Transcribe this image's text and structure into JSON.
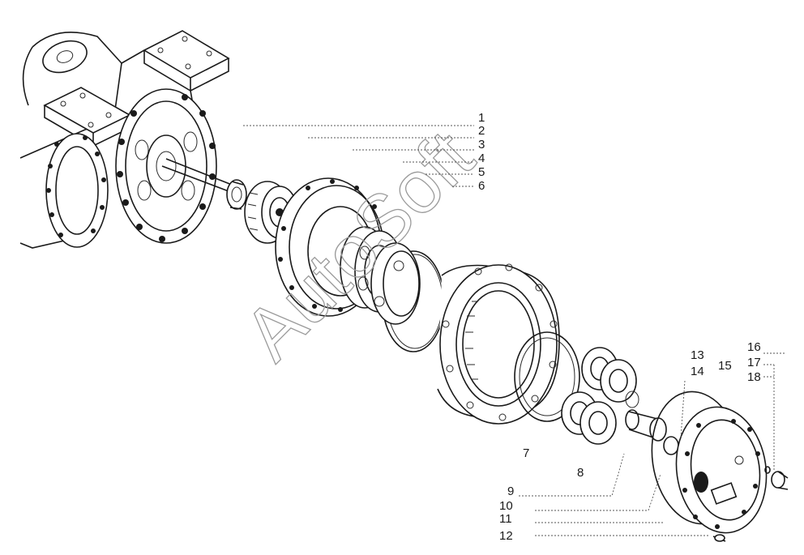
{
  "diagram": {
    "watermark": "AutoSoft",
    "callouts": [
      "1",
      "2",
      "3",
      "4",
      "5",
      "6",
      "7",
      "8",
      "9",
      "10",
      "11",
      "12",
      "13",
      "14",
      "15",
      "16",
      "17",
      "18"
    ]
  }
}
